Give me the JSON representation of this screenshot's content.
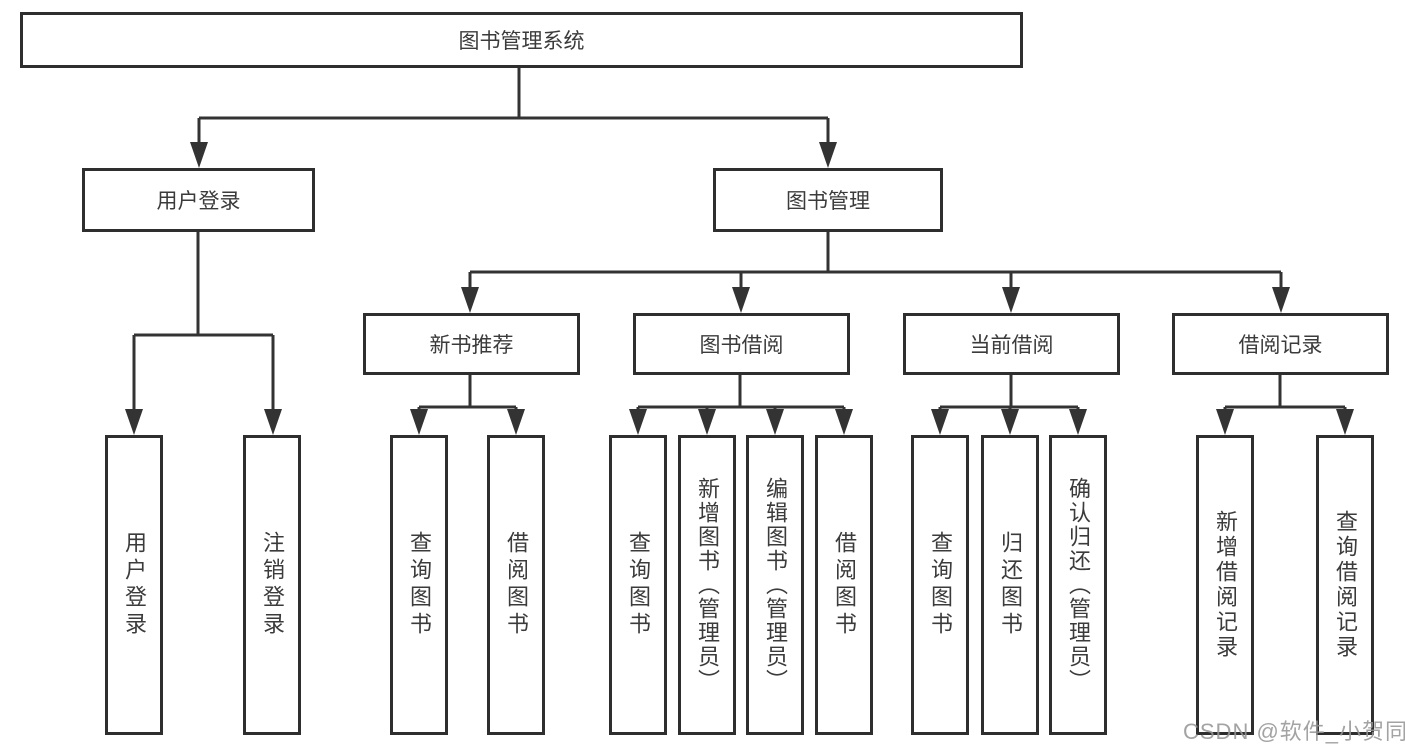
{
  "diagram": {
    "colors": {
      "line": "#333333",
      "box_border": "#2e2e2e",
      "box_background": "#ffffff",
      "text": "#3b3b3b",
      "watermark": "#969696"
    },
    "nodes": {
      "root": "图书管理系统",
      "user_login": "用户登录",
      "book_management": "图书管理",
      "branches": [
        "新书推荐",
        "图书借阅",
        "当前借阅",
        "借阅记录"
      ],
      "leaves": [
        "用户登录",
        "注销登录",
        "查询图书",
        "借阅图书",
        "查询图书",
        "新增图书（管理员）",
        "编辑图书（管理员）",
        "借阅图书",
        "查询图书",
        "归还图书",
        "确认归还（管理员）",
        "新增借阅记录",
        "查询借阅记录"
      ]
    },
    "watermark": "CSDN @软件_小贺同学"
  }
}
